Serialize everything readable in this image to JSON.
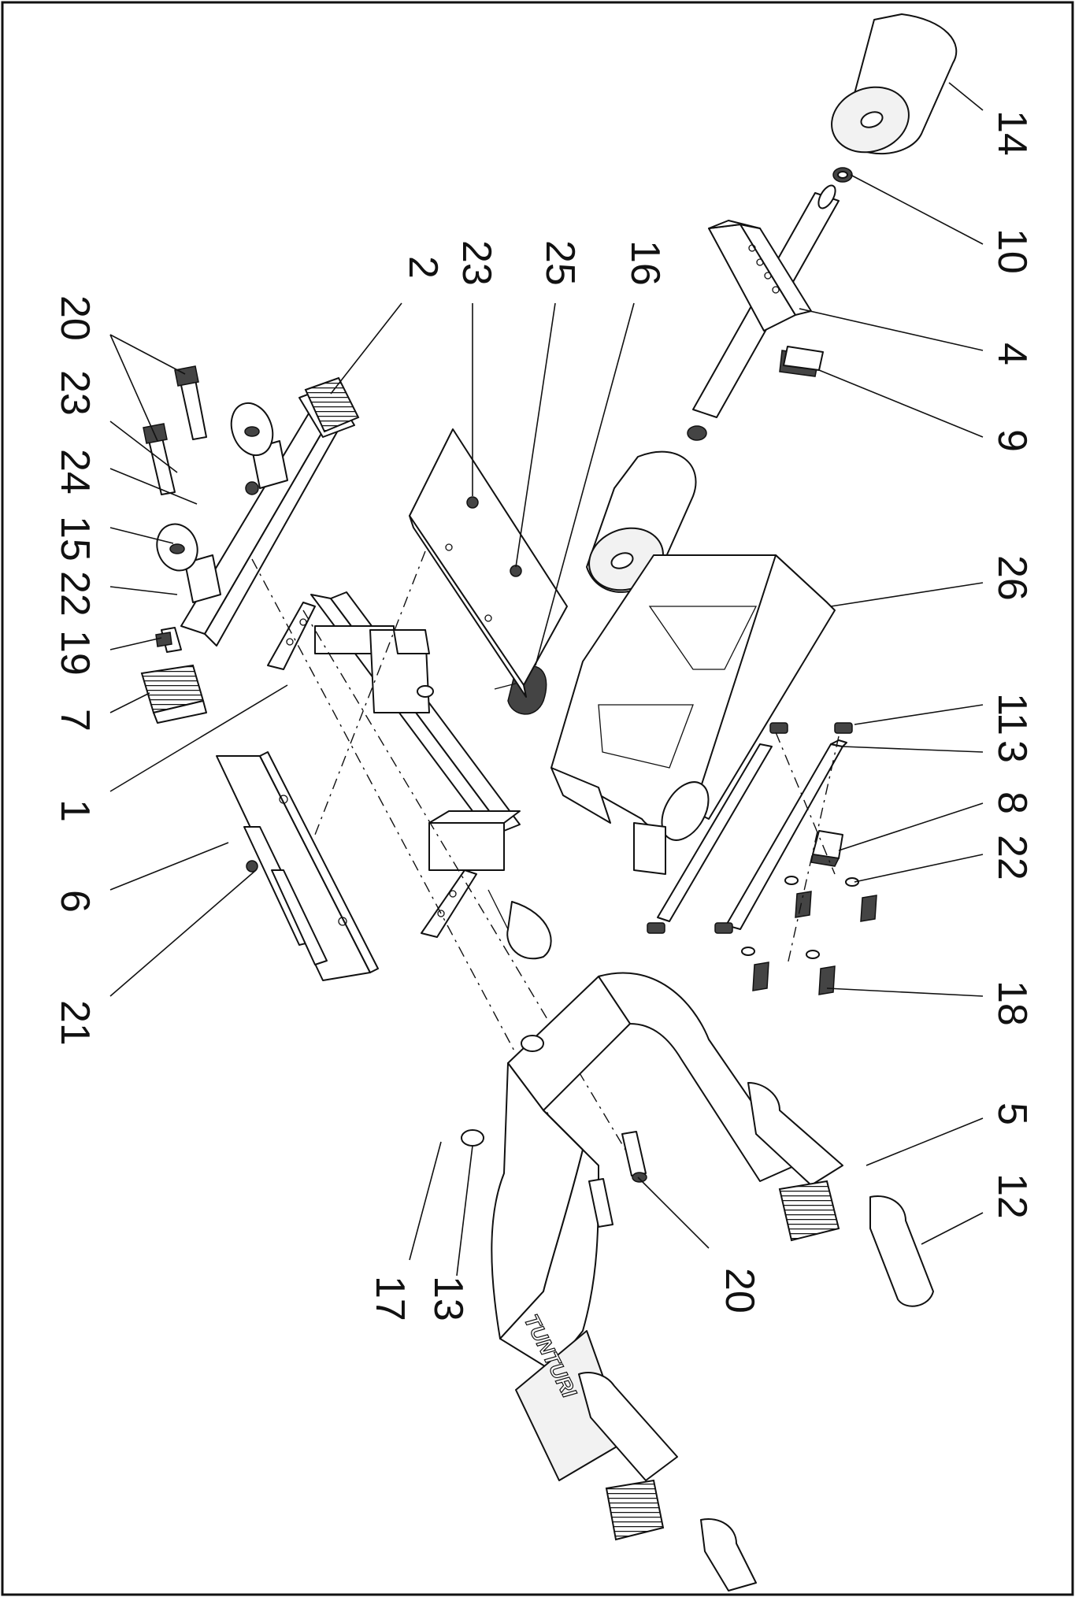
{
  "brand_mark": "TUNTURI",
  "callouts": [
    {
      "id": "c14",
      "text": "14"
    },
    {
      "id": "c10",
      "text": "10"
    },
    {
      "id": "c4",
      "text": "4"
    },
    {
      "id": "c9",
      "text": "9"
    },
    {
      "id": "c26",
      "text": "26"
    },
    {
      "id": "c11",
      "text": "11"
    },
    {
      "id": "c3",
      "text": "3"
    },
    {
      "id": "c8",
      "text": "8"
    },
    {
      "id": "c22r",
      "text": "22"
    },
    {
      "id": "c18",
      "text": "18"
    },
    {
      "id": "c5",
      "text": "5"
    },
    {
      "id": "c12",
      "text": "12"
    },
    {
      "id": "c20b",
      "text": "20"
    },
    {
      "id": "c13",
      "text": "13"
    },
    {
      "id": "c17",
      "text": "17"
    },
    {
      "id": "c21",
      "text": "21"
    },
    {
      "id": "c6",
      "text": "6"
    },
    {
      "id": "c1",
      "text": "1"
    },
    {
      "id": "c7",
      "text": "7"
    },
    {
      "id": "c19",
      "text": "19"
    },
    {
      "id": "c22l",
      "text": "22"
    },
    {
      "id": "c15",
      "text": "15"
    },
    {
      "id": "c24",
      "text": "24"
    },
    {
      "id": "c23l",
      "text": "23"
    },
    {
      "id": "c20t",
      "text": "20"
    },
    {
      "id": "c2",
      "text": "2"
    },
    {
      "id": "c23t",
      "text": "23"
    },
    {
      "id": "c25",
      "text": "25"
    },
    {
      "id": "c16",
      "text": "16"
    }
  ]
}
